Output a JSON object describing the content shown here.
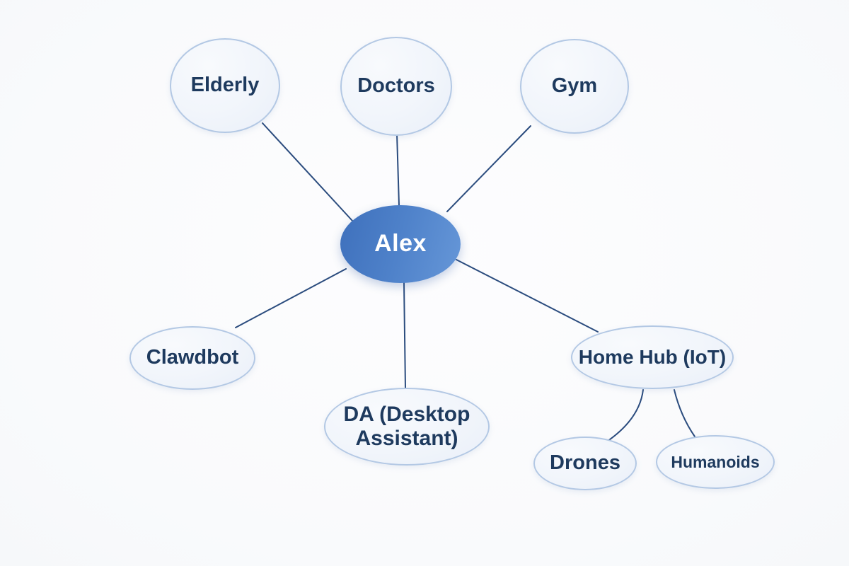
{
  "diagram": {
    "type": "mind-map",
    "center": {
      "id": "alex",
      "label": "Alex"
    },
    "nodes": [
      {
        "id": "elderly",
        "label": "Elderly"
      },
      {
        "id": "doctors",
        "label": "Doctors"
      },
      {
        "id": "gym",
        "label": "Gym"
      },
      {
        "id": "clawdbot",
        "label": "Clawdbot"
      },
      {
        "id": "da",
        "label": "DA (Desktop Assistant)"
      },
      {
        "id": "homehub",
        "label": "Home Hub (IoT)"
      },
      {
        "id": "drones",
        "label": "Drones"
      },
      {
        "id": "humanoids",
        "label": "Humanoids"
      }
    ],
    "edges": [
      {
        "from": "Alex",
        "to": "Elderly"
      },
      {
        "from": "Alex",
        "to": "Doctors"
      },
      {
        "from": "Alex",
        "to": "Gym"
      },
      {
        "from": "Alex",
        "to": "Clawdbot"
      },
      {
        "from": "Alex",
        "to": "DA (Desktop Assistant)"
      },
      {
        "from": "Alex",
        "to": "Home Hub (IoT)"
      },
      {
        "from": "Home Hub (IoT)",
        "to": "Drones"
      },
      {
        "from": "Home Hub (IoT)",
        "to": "Humanoids"
      }
    ],
    "colors": {
      "background": "#fafbfc",
      "center_fill_start": "#3e70bc",
      "center_fill_end": "#6697d8",
      "center_text": "#ffffff",
      "node_fill": "#f0f4fa",
      "node_border": "#b3c8e4",
      "node_text": "#1e3a5e",
      "edge": "#2b4c7e"
    }
  }
}
